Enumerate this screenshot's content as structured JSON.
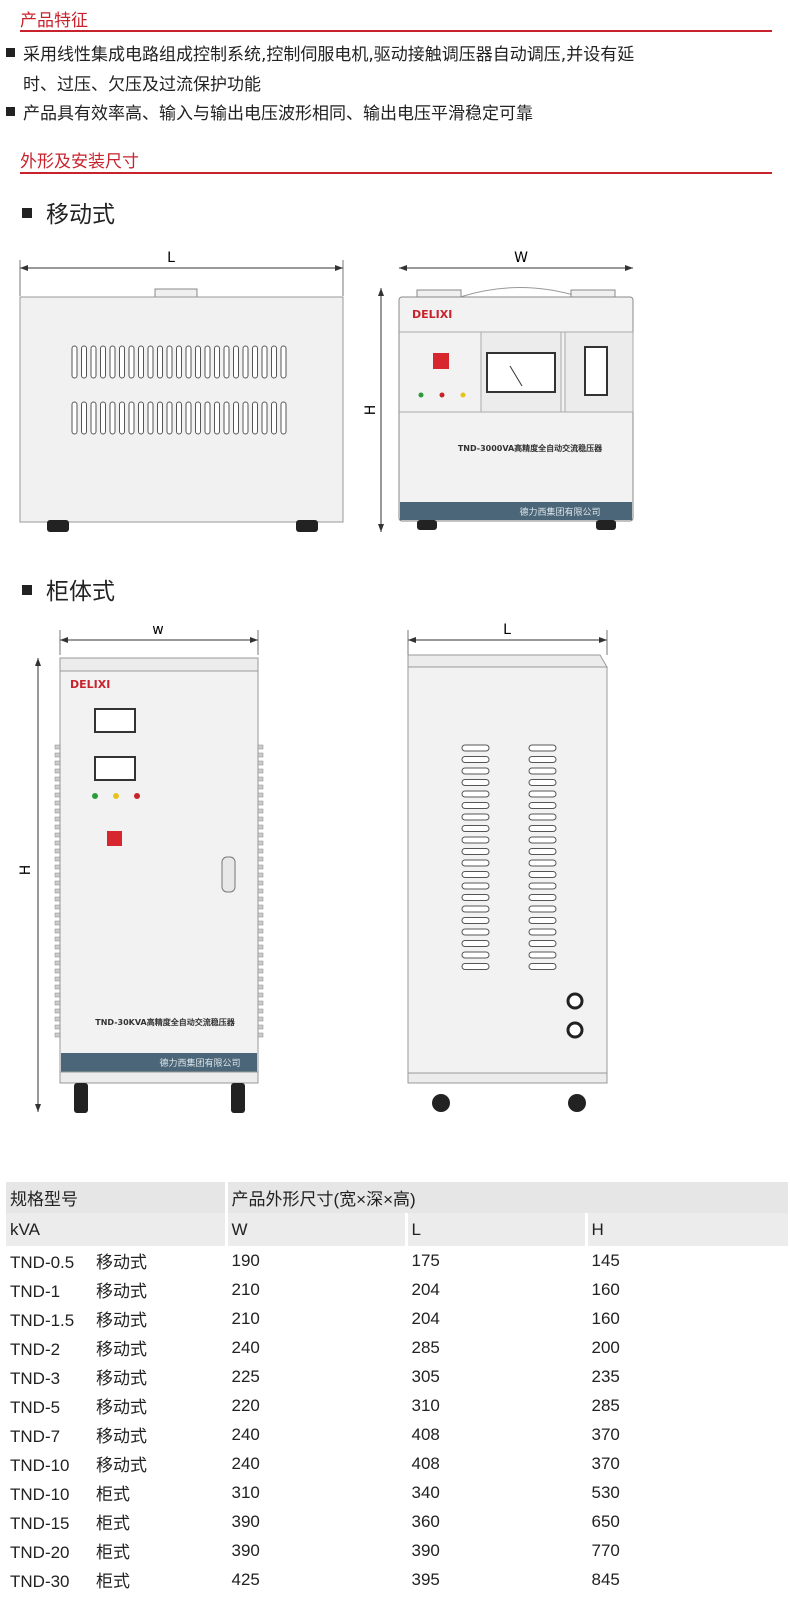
{
  "features": {
    "title": "产品特征",
    "bullets": [
      {
        "line1": "采用线性集成电路组成控制系统,控制伺服电机,驱动接触调压器自动调压,并设有延",
        "line2": "时、过压、欠压及过流保护功能"
      },
      {
        "line1": "产品具有效率高、输入与输出电压波形相同、输出电压平滑稳定可靠"
      }
    ]
  },
  "dimensions": {
    "title": "外形及安装尺寸",
    "portable": {
      "title": "移动式",
      "dim_L": "L",
      "dim_W": "W",
      "dim_H": "H",
      "brand": "DELIXI",
      "panel_text": "TND-3000VA高精度全自动交流稳压器",
      "footer_text": "德力西集团有限公司"
    },
    "cabinet": {
      "title": "柜体式",
      "dim_W": "w",
      "dim_L": "L",
      "dim_H": "H",
      "brand": "DELIXI",
      "panel_text": "TND-30KVA高精度全自动交流稳压器",
      "footer_text": "德力西集团有限公司"
    }
  },
  "table": {
    "header1": [
      "规格型号",
      "产品外形尺寸(宽×深×高)"
    ],
    "header2": [
      "kVA",
      "W",
      "L",
      "H"
    ],
    "rows": [
      {
        "model": "TND-0.5",
        "type": "移动式",
        "w": "190",
        "l": "175",
        "h": "145"
      },
      {
        "model": "TND-1",
        "type": "移动式",
        "w": "210",
        "l": "204",
        "h": "160"
      },
      {
        "model": "TND-1.5",
        "type": "移动式",
        "w": "210",
        "l": "204",
        "h": "160"
      },
      {
        "model": "TND-2",
        "type": "移动式",
        "w": "240",
        "l": "285",
        "h": "200"
      },
      {
        "model": "TND-3",
        "type": "移动式",
        "w": "225",
        "l": "305",
        "h": "235"
      },
      {
        "model": "TND-5",
        "type": "移动式",
        "w": "220",
        "l": "310",
        "h": "285"
      },
      {
        "model": "TND-7",
        "type": "移动式",
        "w": "240",
        "l": "408",
        "h": "370"
      },
      {
        "model": "TND-10",
        "type": "移动式",
        "w": "240",
        "l": "408",
        "h": "370"
      },
      {
        "model": "TND-10",
        "type": "柜式",
        "w": "310",
        "l": "340",
        "h": "530"
      },
      {
        "model": "TND-15",
        "type": "柜式",
        "w": "390",
        "l": "360",
        "h": "650"
      },
      {
        "model": "TND-20",
        "type": "柜式",
        "w": "390",
        "l": "390",
        "h": "770"
      },
      {
        "model": "TND-30",
        "type": "柜式",
        "w": "425",
        "l": "395",
        "h": "845"
      }
    ]
  },
  "colors": {
    "accent": "#c8232c",
    "panel_footer": "#4a6678",
    "header_bg": "#e6e6e6"
  }
}
